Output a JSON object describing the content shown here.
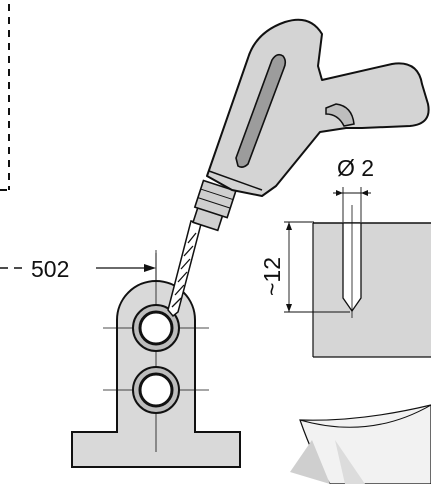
{
  "labels": {
    "diameter": "Ø 2",
    "depth": "~12",
    "distance": "502"
  },
  "colors": {
    "stroke": "#111111",
    "drill_body": "#d4d4d4",
    "drill_slot": "#9c9c9c",
    "block_fill": "#d6d6d6",
    "bracket_fill": "#d9d9d9",
    "paper_shade": "#cfcfcf"
  }
}
